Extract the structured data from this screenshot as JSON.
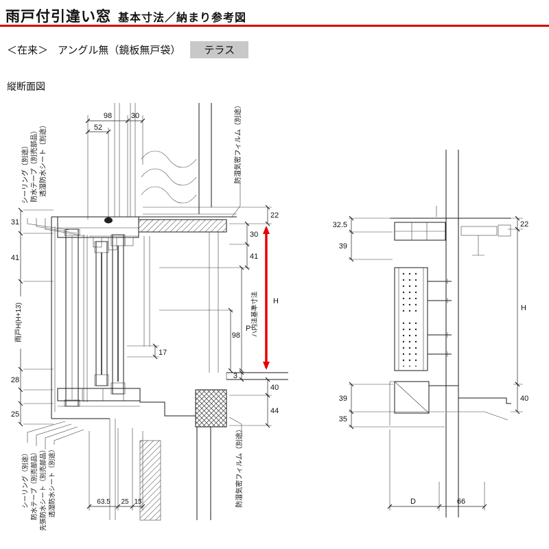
{
  "header": {
    "title": "雨戸付引違い窓",
    "subtitle": "基本寸法／納まり参考図"
  },
  "subheader": {
    "variant": "＜在来＞",
    "spec": "アングル無（鏡板無戸袋）",
    "badge": "テラス"
  },
  "section": {
    "label": "縦断面図"
  },
  "colors": {
    "accent_red": "#d40000",
    "badge_bg": "#c8c8c8",
    "line": "#1a1a1a"
  },
  "left_view": {
    "label_sealing_top": "シーリング（別途）",
    "label_tape_top": "防水テープ（別売部品）",
    "label_sheet_top": "透湿防水シート（別途）",
    "label_film_top": "防湿気密フィルム（別途）",
    "dim_98_top": "98",
    "dim_30_top": "30",
    "dim_52": "52",
    "dim_31": "31",
    "dim_41_left": "41",
    "label_amado": "雨戸H(H+13)",
    "dim_28": "28",
    "dim_25_left": "25",
    "dim_22": "22",
    "dim_30_right": "30",
    "dim_41_right": "41",
    "dim_H": "H",
    "label_baseline": "ハ内法基準寸法",
    "dim_P": "P",
    "dim_98_right": "98",
    "dim_17": "17",
    "dim_3": "3",
    "dim_40": "40",
    "dim_44": "44",
    "dim_63_5": "63.5",
    "dim_25_bottom": "25",
    "dim_15": "15",
    "label_sealing_bottom": "シーリング（別途）",
    "label_tape_bottom": "防水テープ（別売部品）",
    "label_sakibari_bottom": "先張防水シート（別売部品）",
    "label_sheet_bottom": "透湿防水シート（別途）",
    "label_film_bottom": "防湿気密フィルム（別途）"
  },
  "right_view": {
    "dim_32_5": "32.5",
    "dim_39_top": "39",
    "dim_22": "22",
    "dim_H": "H",
    "dim_39_bottom": "39",
    "dim_35": "35",
    "dim_40": "40",
    "dim_D": "D",
    "dim_66": "66"
  }
}
